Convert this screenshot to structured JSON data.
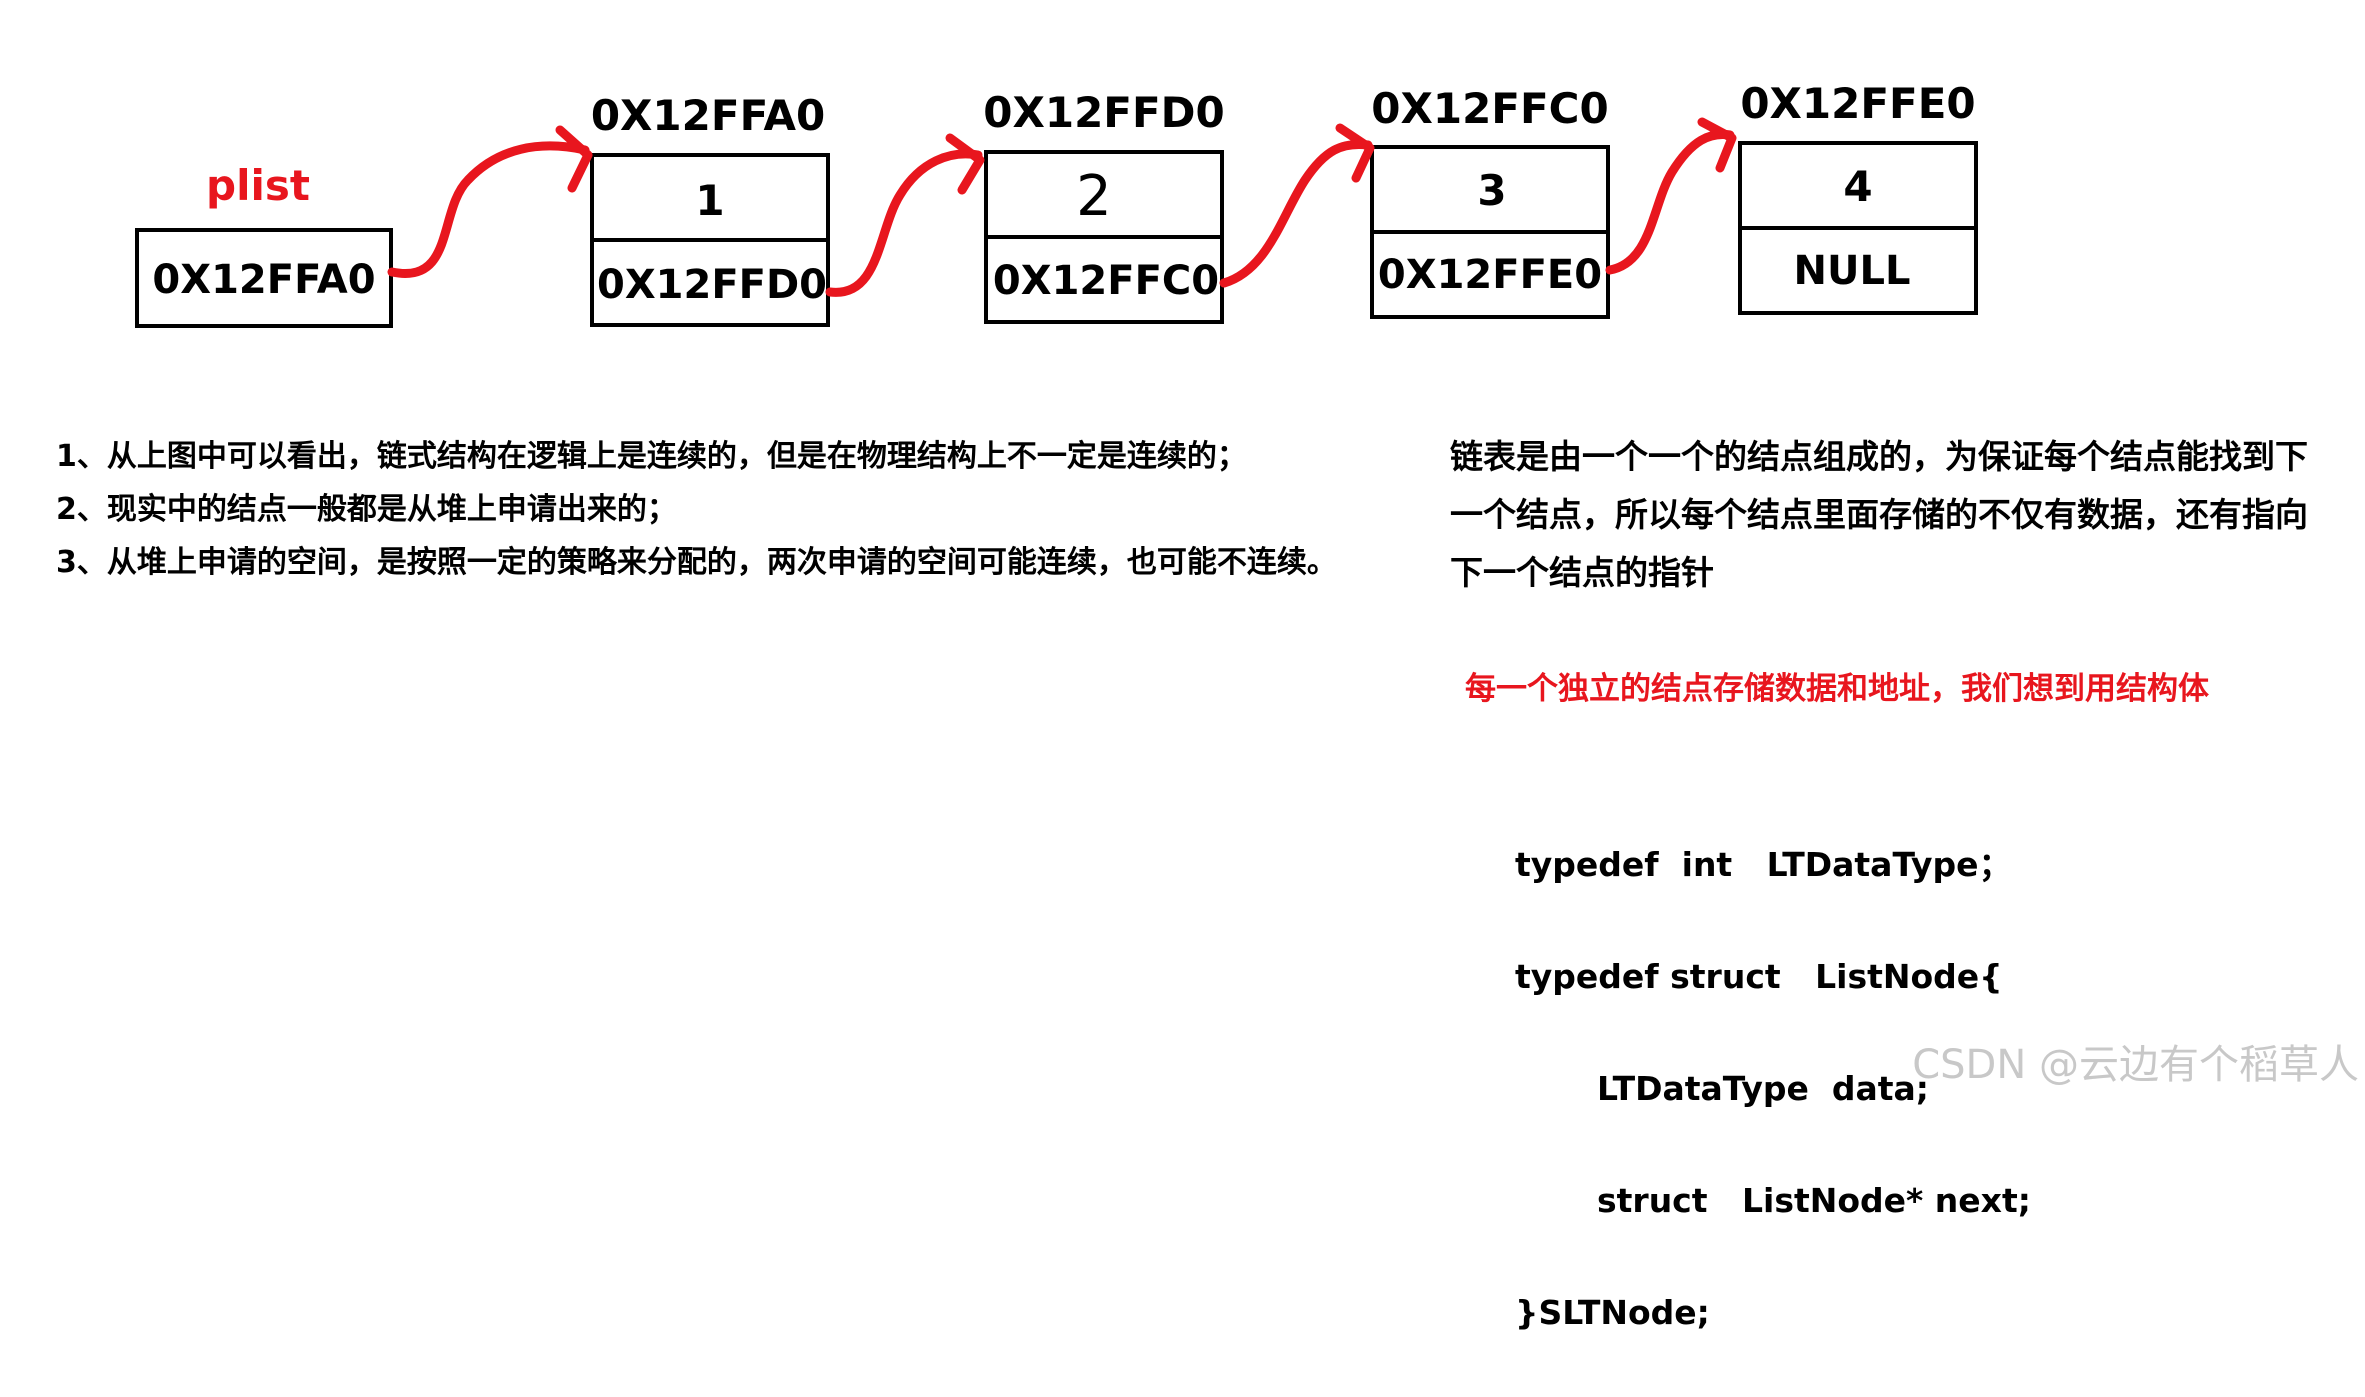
{
  "colors": {
    "arrow": "#e8161e",
    "highlight": "#e8161e",
    "box_border": "#000000",
    "watermark": "#c8c8c8"
  },
  "diagram": {
    "pointer": {
      "label": "plist",
      "value": "0X12FFA0"
    },
    "nodes": [
      {
        "address": "0X12FFA0",
        "data": "1",
        "next": "0X12FFD0"
      },
      {
        "address": "0X12FFD0",
        "data": "2",
        "next": "0X12FFC0"
      },
      {
        "address": "0X12FFC0",
        "data": "3",
        "next": "0X12FFE0"
      },
      {
        "address": "0X12FFE0",
        "data": "4",
        "next": "NULL"
      }
    ]
  },
  "notes": [
    "1、从上图中可以看出，链式结构在逻辑上是连续的，但是在物理结构上不一定是连续的；",
    "2、现实中的结点一般都是从堆上申请出来的；",
    "3、从堆上申请的空间，是按照一定的策略来分配的，两次申请的空间可能连续，也可能不连续。"
  ],
  "explanation": "链表是由一个一个的结点组成的，为保证每个结点能找到下一个结点，所以每个结点里面存储的不仅有数据，还有指向下一个结点的指针",
  "highlight": "每一个独立的结点存储数据和地址，我们想到用结构体",
  "code": {
    "line1": "typedef  int   LTDataType；",
    "line2": "typedef struct   ListNode{",
    "line3": "LTDataType  data;",
    "line4": "struct   ListNode* next;",
    "line5": "}SLTNode;"
  },
  "watermark": "CSDN @云边有个稻草人"
}
